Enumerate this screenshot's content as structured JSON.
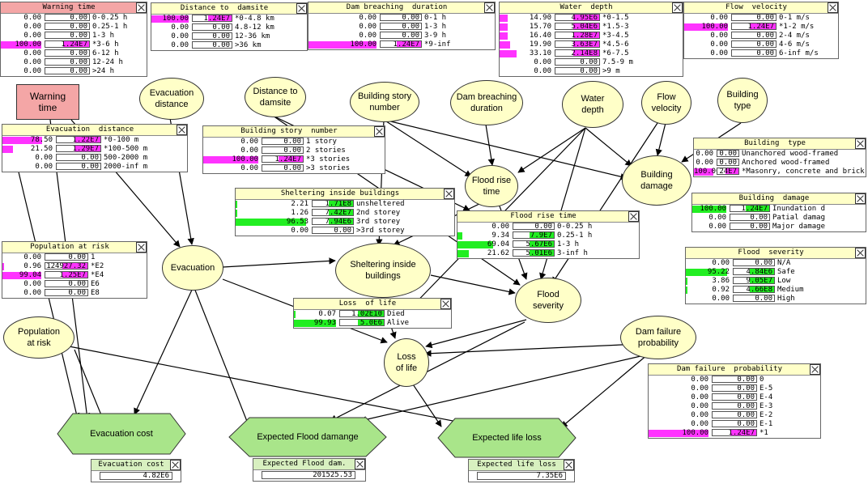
{
  "colors": {
    "evidence": "#ff33ff",
    "belief": "#22ee22",
    "nodeFill": "#ffffc8",
    "decisionFill": "#f4a6a6",
    "utilityFill": "#a9e58a"
  },
  "nodes": [
    {
      "id": "warning",
      "label": "Warning time"
    },
    {
      "id": "evacdist",
      "label": "Evacuation\ndistance"
    },
    {
      "id": "damsite",
      "label": "Distance to\ndamsite"
    },
    {
      "id": "story",
      "label": "Building story\nnumber"
    },
    {
      "id": "breach",
      "label": "Dam breaching\nduration"
    },
    {
      "id": "depth",
      "label": "Water\ndepth"
    },
    {
      "id": "velocity",
      "label": "Flow\nvelocity"
    },
    {
      "id": "btype",
      "label": "Building\ntype"
    },
    {
      "id": "rise",
      "label": "Flood rise\ntime"
    },
    {
      "id": "bdamage",
      "label": "Building\ndamage"
    },
    {
      "id": "evac",
      "label": "Evacuation"
    },
    {
      "id": "shelter",
      "label": "Sheltering inside\nbuildings"
    },
    {
      "id": "severity",
      "label": "Flood\nseverity"
    },
    {
      "id": "par",
      "label": "Population\nat risk"
    },
    {
      "id": "loss",
      "label": "Loss\nof life"
    },
    {
      "id": "dfp",
      "label": "Dam failure\nprobability"
    }
  ],
  "utilities": [
    {
      "id": "ucost",
      "label": "Evacuation cost"
    },
    {
      "id": "ufd",
      "label": "Expected Flood damange"
    },
    {
      "id": "ull",
      "label": "Expected life loss"
    }
  ],
  "tables": [
    {
      "id": "t_warning",
      "title": "Warning time",
      "rows": [
        {
          "p": "0.00",
          "v": "0.00",
          "s": "0-0.25 h",
          "t": 0
        },
        {
          "p": "0.00",
          "v": "0.00",
          "s": "0.25-1 h",
          "t": 0
        },
        {
          "p": "0.00",
          "v": "0.00",
          "s": "1-3 h",
          "t": 0
        },
        {
          "p": "100.00",
          "v": "1.24E7",
          "s": "*3-6 h",
          "t": 1
        },
        {
          "p": "0.00",
          "v": "0.00",
          "s": "6-12 h",
          "t": 0
        },
        {
          "p": "0.00",
          "v": "0.00",
          "s": "12-24 h",
          "t": 0
        },
        {
          "p": "0.00",
          "v": "0.00",
          "s": ">24 h",
          "t": 0
        }
      ]
    },
    {
      "id": "t_damsite",
      "title": "Distance to  damsite",
      "rows": [
        {
          "p": "100.00",
          "v": "1.24E7",
          "s": "*0-4.8 km",
          "t": 1
        },
        {
          "p": "0.00",
          "v": "0.00",
          "s": "4.8-12 km",
          "t": 0
        },
        {
          "p": "0.00",
          "v": "0.00",
          "s": "12-36 km",
          "t": 0
        },
        {
          "p": "0.00",
          "v": "0.00",
          "s": ">36 km",
          "t": 0
        }
      ]
    },
    {
      "id": "t_breach",
      "title": "Dam breaching  duration",
      "rows": [
        {
          "p": "0.00",
          "v": "0.00",
          "s": "0-1 h",
          "t": 0
        },
        {
          "p": "0.00",
          "v": "0.00",
          "s": "1-3 h",
          "t": 0
        },
        {
          "p": "0.00",
          "v": "0.00",
          "s": "3-9 h",
          "t": 0
        },
        {
          "p": "100.00",
          "v": "1.24E7",
          "s": "*9-inf",
          "t": 1
        }
      ]
    },
    {
      "id": "t_depth",
      "title": "Water  depth",
      "rows": [
        {
          "p": "14.90",
          "v": "4.95E6",
          "s": "*0-1.5",
          "t": 1
        },
        {
          "p": "15.70",
          "v": "5.04E6",
          "s": "*1.5-3",
          "t": 1
        },
        {
          "p": "16.40",
          "v": "1.28E7",
          "s": "*3-4.5",
          "t": 1
        },
        {
          "p": "19.90",
          "v": "3.63E7",
          "s": "*4.5-6",
          "t": 1
        },
        {
          "p": "33.10",
          "v": "2.14E8",
          "s": "*6-7.5",
          "t": 1
        },
        {
          "p": "0.00",
          "v": "0.00",
          "s": "7.5-9 m",
          "t": 0
        },
        {
          "p": "0.00",
          "v": "0.00",
          "s": ">9 m",
          "t": 0
        }
      ]
    },
    {
      "id": "t_velocity",
      "title": "Flow  velocity",
      "rows": [
        {
          "p": "0.00",
          "v": "0.00",
          "s": "0-1 m/s",
          "t": 0
        },
        {
          "p": "100.00",
          "v": "1.24E7",
          "s": "*1-2 m/s",
          "t": 1
        },
        {
          "p": "0.00",
          "v": "0.00",
          "s": "2-4 m/s",
          "t": 0
        },
        {
          "p": "0.00",
          "v": "0.00",
          "s": "4-6 m/s",
          "t": 0
        },
        {
          "p": "0.00",
          "v": "0.00",
          "s": "6-inf m/s",
          "t": 0
        }
      ]
    },
    {
      "id": "t_evacdist",
      "title": "Evacuation  distance",
      "rows": [
        {
          "p": "78.50",
          "v": "1.22E7",
          "s": "*0-100 m",
          "t": 1
        },
        {
          "p": "21.50",
          "v": "1.29E7",
          "s": "*100-500 m",
          "t": 1
        },
        {
          "p": "0.00",
          "v": "0.00",
          "s": "500-2000 m",
          "t": 0
        },
        {
          "p": "0.00",
          "v": "0.00",
          "s": "2000-inf m",
          "t": 0
        }
      ]
    },
    {
      "id": "t_story",
      "title": "Building story  number",
      "rows": [
        {
          "p": "0.00",
          "v": "0.00",
          "s": "1 story",
          "t": 0
        },
        {
          "p": "0.00",
          "v": "0.00",
          "s": "2 stories",
          "t": 0
        },
        {
          "p": "100.00",
          "v": "1.24E7",
          "s": "*3 stories",
          "t": 1
        },
        {
          "p": "0.00",
          "v": "0.00",
          "s": ">3 stories",
          "t": 0
        }
      ]
    },
    {
      "id": "t_btype",
      "title": "Building  type",
      "rows": [
        {
          "p": "0.00",
          "v": "0.00",
          "s": "Unanchored wood-framed",
          "t": 0
        },
        {
          "p": "0.00",
          "v": "0.00",
          "s": "Anchored wood-framed",
          "t": 0
        },
        {
          "p": "100.00",
          "v": "1.24E7",
          "s": "*Masonry, concrete and brick",
          "t": 1
        }
      ]
    },
    {
      "id": "t_shelter",
      "title": "Sheltering inside buildings",
      "rows": [
        {
          "p": "2.21",
          "v": "1.71E8",
          "s": "unsheltered",
          "t": 2
        },
        {
          "p": "1.26",
          "v": "7.42E7",
          "s": "2nd storey",
          "t": 2
        },
        {
          "p": "96.53",
          "v": "7.94E6",
          "s": "3rd storey",
          "t": 2
        },
        {
          "p": "0.00",
          "v": "0.00",
          "s": ">3rd storey",
          "t": 0
        }
      ]
    },
    {
      "id": "t_bdamage",
      "title": "Building  damage",
      "rows": [
        {
          "p": "100.00",
          "v": "1.24E7",
          "s": "Inundation d",
          "t": 2
        },
        {
          "p": "0.00",
          "v": "0.00",
          "s": "Patial damag",
          "t": 0
        },
        {
          "p": "0.00",
          "v": "0.00",
          "s": "Major damage",
          "t": 0
        }
      ]
    },
    {
      "id": "t_rise",
      "title": "Flood rise time",
      "rows": [
        {
          "p": "0.00",
          "v": "0.00",
          "s": "0-0.25 h",
          "t": 0
        },
        {
          "p": "9.34",
          "v": "7.9E7",
          "s": "0.25-1 h",
          "t": 2
        },
        {
          "p": "69.04",
          "v": "5.67E6",
          "s": "1-3 h",
          "t": 2
        },
        {
          "p": "21.62",
          "v": "5.01E6",
          "s": "3-inf h",
          "t": 2
        }
      ]
    },
    {
      "id": "t_severity",
      "title": "Flood  severity",
      "rows": [
        {
          "p": "0.00",
          "v": "0.00",
          "s": "N/A",
          "t": 0
        },
        {
          "p": "95.22",
          "v": "4.84E6",
          "s": "Safe",
          "t": 2
        },
        {
          "p": "3.86",
          "v": "9.05E7",
          "s": "Low",
          "t": 2
        },
        {
          "p": "0.92",
          "v": "4.66E8",
          "s": "Medium",
          "t": 2
        },
        {
          "p": "0.00",
          "v": "0.00",
          "s": "High",
          "t": 0
        }
      ]
    },
    {
      "id": "t_par",
      "title": "Population at risk",
      "rows": [
        {
          "p": "0.00",
          "v": "0.00",
          "s": "1",
          "t": 0
        },
        {
          "p": "0.96",
          "v": "124927.32",
          "s": "*E2",
          "t": 1
        },
        {
          "p": "99.04",
          "v": "1.25E7",
          "s": "*E4",
          "t": 1
        },
        {
          "p": "0.00",
          "v": "0.00",
          "s": "E6",
          "t": 0
        },
        {
          "p": "0.00",
          "v": "0.00",
          "s": "E8",
          "t": 0
        }
      ]
    },
    {
      "id": "t_loss",
      "title": "Loss  of life",
      "rows": [
        {
          "p": "0.07",
          "v": "1.02E10",
          "s": "Died",
          "t": 2
        },
        {
          "p": "99.93",
          "v": "5.0E6",
          "s": "Alive",
          "t": 2
        }
      ]
    },
    {
      "id": "t_dfp",
      "title": "Dam failure  probability",
      "rows": [
        {
          "p": "0.00",
          "v": "0.00",
          "s": "0",
          "t": 0
        },
        {
          "p": "0.00",
          "v": "0.00",
          "s": "E-5",
          "t": 0
        },
        {
          "p": "0.00",
          "v": "0.00",
          "s": "E-4",
          "t": 0
        },
        {
          "p": "0.00",
          "v": "0.00",
          "s": "E-3",
          "t": 0
        },
        {
          "p": "0.00",
          "v": "0.00",
          "s": "E-2",
          "t": 0
        },
        {
          "p": "0.00",
          "v": "0.00",
          "s": "E-1",
          "t": 0
        },
        {
          "p": "100.00",
          "v": "1.24E7",
          "s": "*1",
          "t": 1
        }
      ]
    }
  ],
  "utility_tables": [
    {
      "id": "ut_cost",
      "title": "Evacuation cost",
      "value": "4.82E6"
    },
    {
      "id": "ut_fd",
      "title": "Expected Flood dam.",
      "value": "201525.53"
    },
    {
      "id": "ut_ll",
      "title": "Expected life loss",
      "value": "7.35E6"
    }
  ]
}
